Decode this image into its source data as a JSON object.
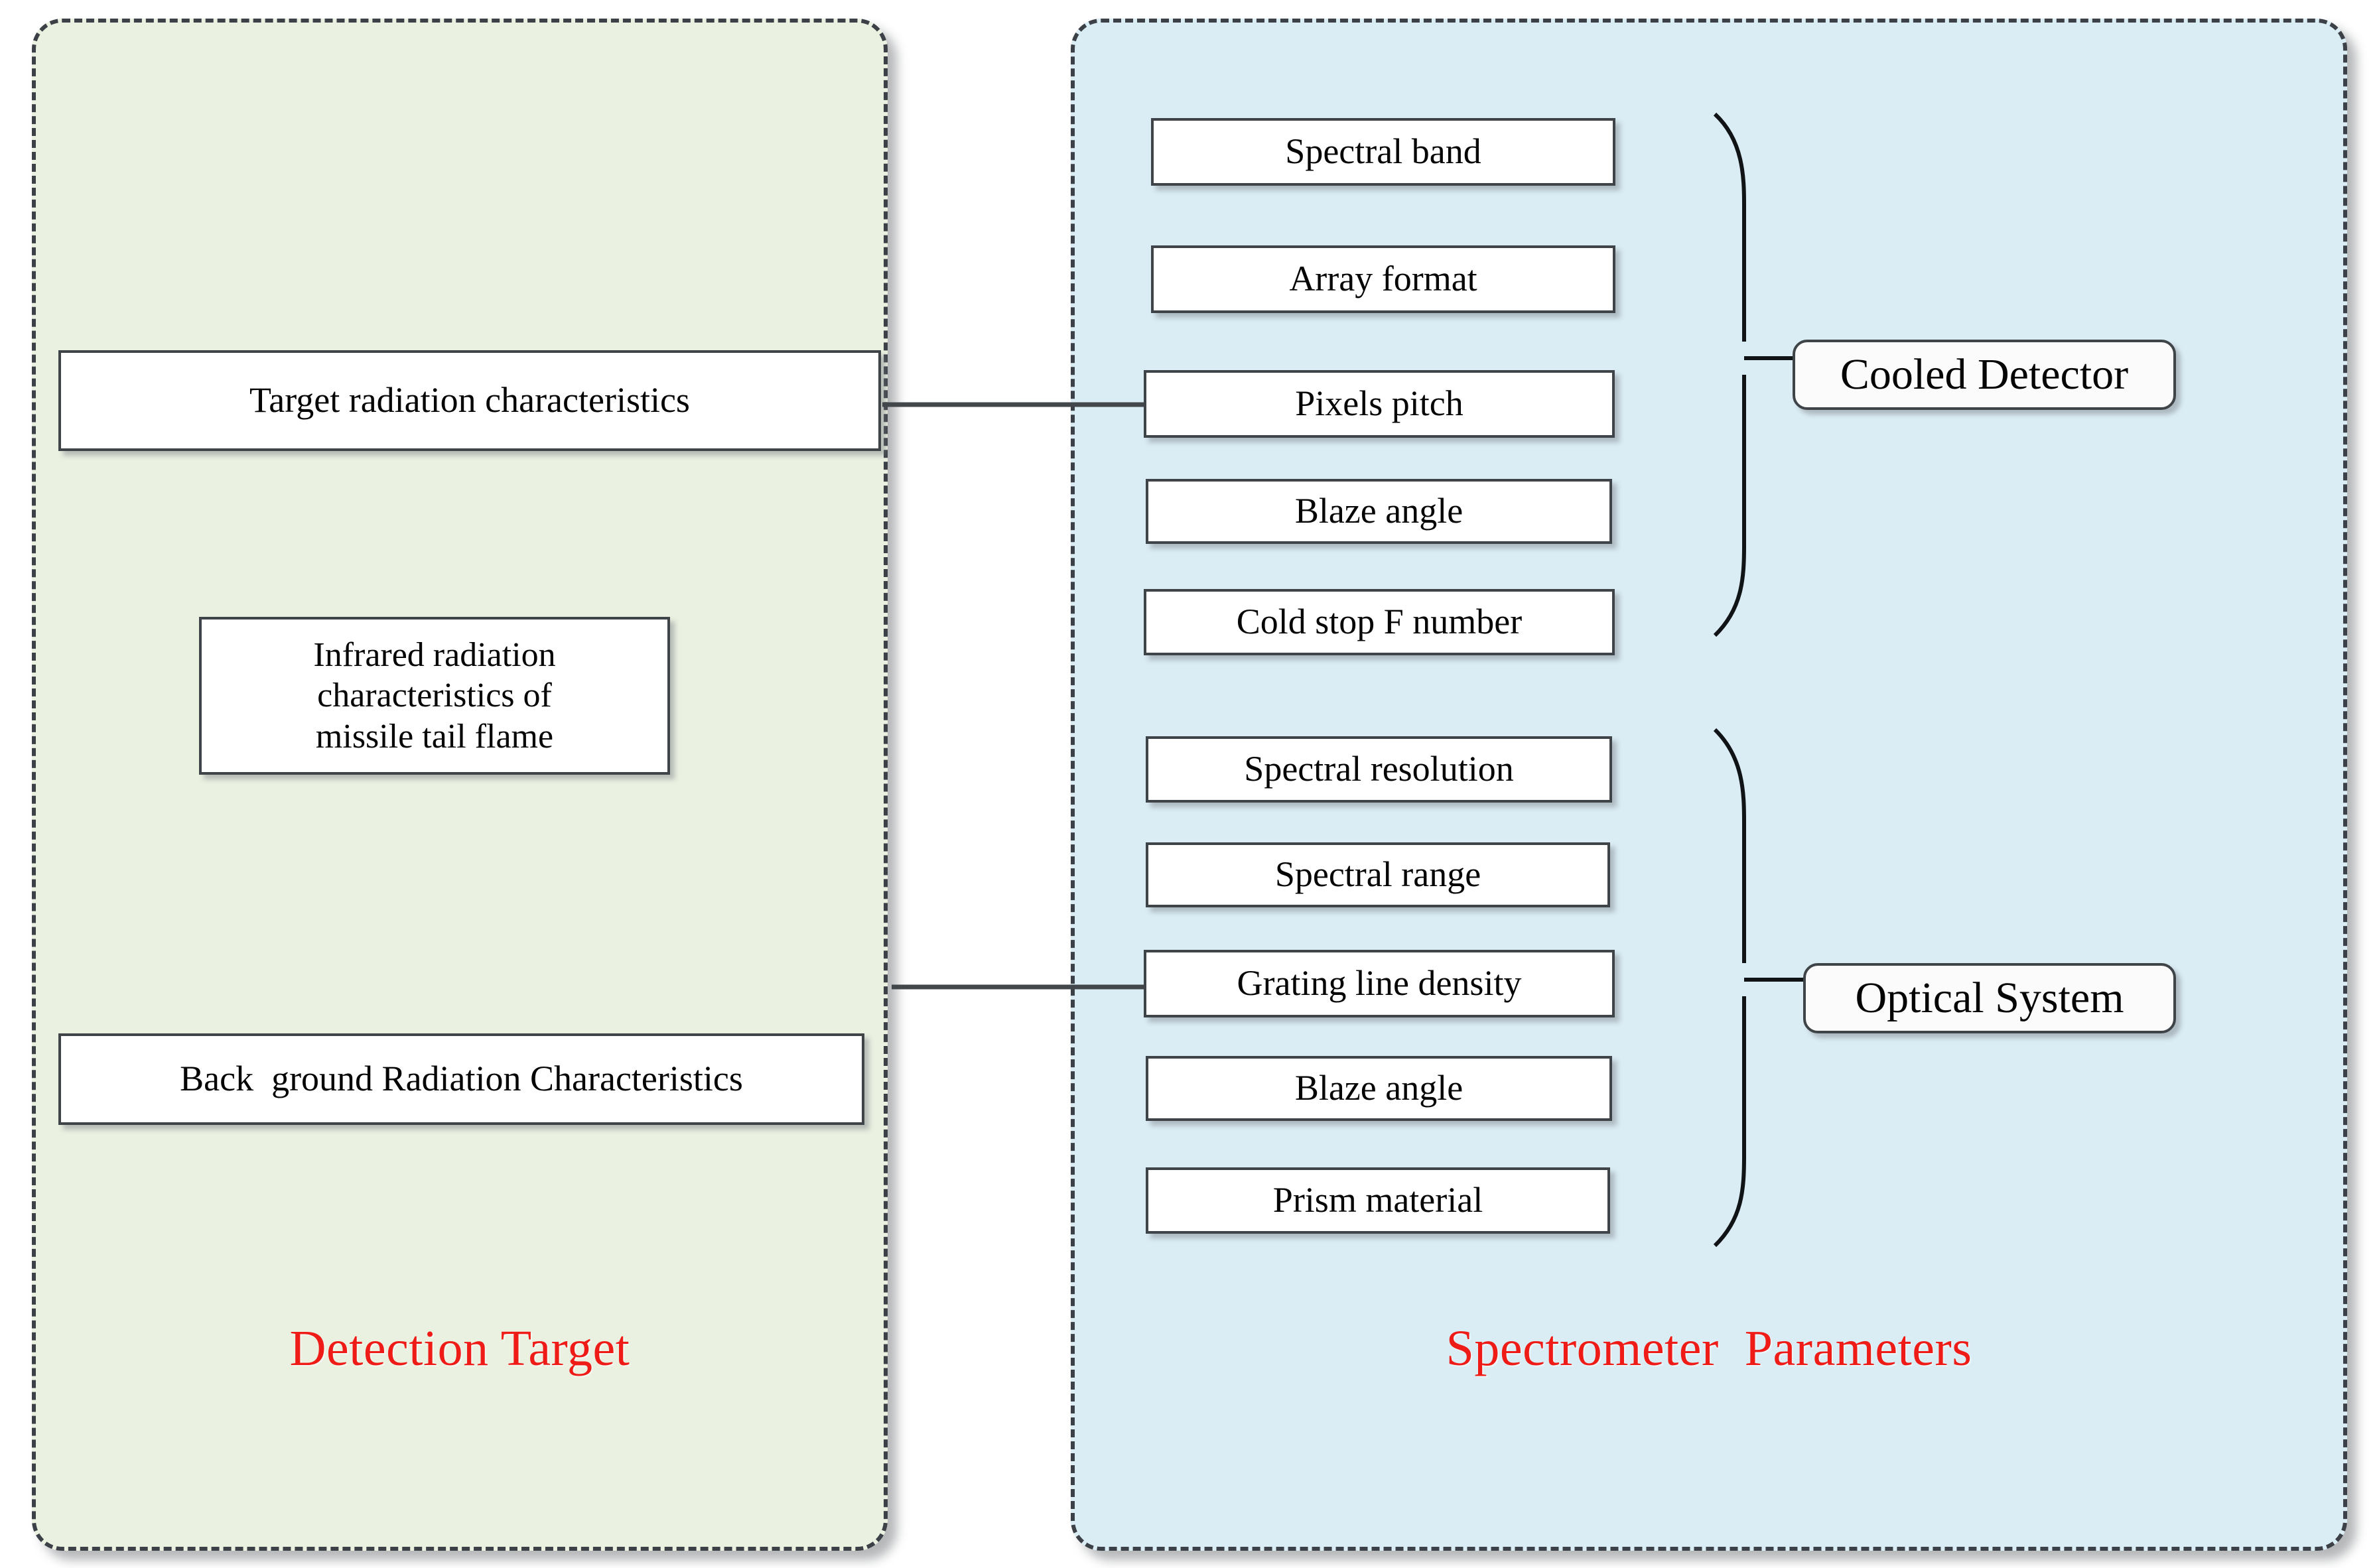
{
  "panels": {
    "left": {
      "name": "Detection Target",
      "caption": "Detection Target",
      "fill": "#eaf1e1",
      "border": "#3b4146",
      "caption_color": "#ee1b16",
      "items": [
        {
          "label": "Target radiation characteristics"
        },
        {
          "label": "Infrared radiation\ncharacteristics of\nmissile tail flame",
          "lines": [
            "Infrared radiation",
            "characteristics of",
            "missile tail flame"
          ]
        },
        {
          "label": "Back  ground Radiation Characteristics"
        }
      ]
    },
    "right": {
      "name": "Spectrometer Parameters",
      "caption": "Spectrometer  Parameters",
      "fill": "#daecf4",
      "border": "#3b4146",
      "caption_color": "#ee1b16",
      "groups": [
        {
          "label": "Cooled Detector",
          "items": [
            {
              "label": "Spectral band"
            },
            {
              "label": "Array format"
            },
            {
              "label": "Pixels pitch"
            },
            {
              "label": "Blaze angle"
            },
            {
              "label": "Cold stop F number"
            }
          ]
        },
        {
          "label": "Optical System",
          "items": [
            {
              "label": "Spectral resolution"
            },
            {
              "label": "Spectral range"
            },
            {
              "label": "Grating line density"
            },
            {
              "label": "Blaze angle"
            },
            {
              "label": "Prism material"
            }
          ]
        }
      ]
    }
  },
  "connectors": [
    {
      "from": "Target radiation characteristics",
      "to": "Pixels pitch"
    },
    {
      "from": "Detection Target panel",
      "to": "Grating line density"
    }
  ],
  "icons": {
    "brace_detector": "right-brace-icon",
    "brace_optics": "right-brace-icon"
  },
  "colors": {
    "panel_green": "#eaf1e1",
    "panel_blue": "#daecf4",
    "panel_border": "#3b4146",
    "box_border": "#3f4448",
    "box_fill": "#ffffff",
    "caption_red": "#ee1b16",
    "line": "#41474b"
  }
}
